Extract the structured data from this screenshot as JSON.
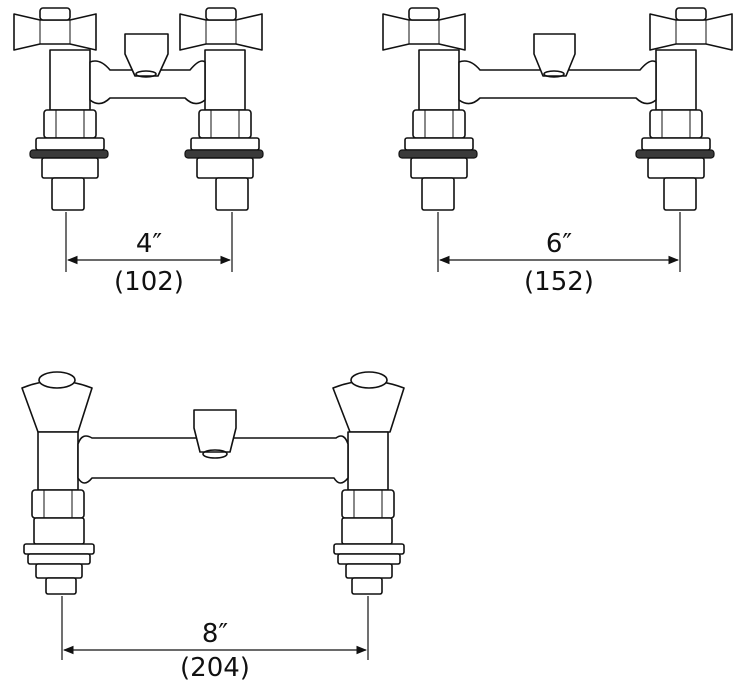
{
  "colors": {
    "ink": "#111111",
    "paper": "#ffffff",
    "washer": "#3a3a3a"
  },
  "faucets": [
    {
      "id": "faucet-4in",
      "handle_style": "lever",
      "dimension": {
        "inches": "4″",
        "mm": "(102)"
      }
    },
    {
      "id": "faucet-6in",
      "handle_style": "lever",
      "dimension": {
        "inches": "6″",
        "mm": "(152)"
      }
    },
    {
      "id": "faucet-8in",
      "handle_style": "dome",
      "dimension": {
        "inches": "8″",
        "mm": "(204)"
      }
    }
  ]
}
